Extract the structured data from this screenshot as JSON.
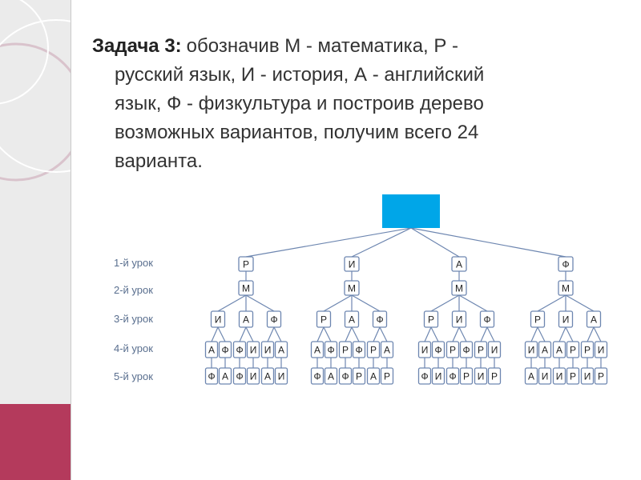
{
  "problem": {
    "heading": "Задача 3:",
    "lines": [
      "обозначив М - математика, Р -",
      "русский язык, И - история, А - английский",
      "язык, Ф - физкультура и построив дерево",
      "возможных вариантов, получим всего 24",
      "варианта."
    ]
  },
  "tree": {
    "level_labels": [
      "1-й урок",
      "2-й урок",
      "3-й урок",
      "4-й урок",
      "5-й урок"
    ],
    "colors": {
      "root": "#00a6e8",
      "node_border": "#6d86b0",
      "side_accent": "#b43a5c"
    },
    "branches": [
      {
        "first": "Р",
        "second": "М",
        "thirds": [
          {
            "l": "И",
            "fourth": [
              "А",
              "Ф"
            ],
            "fifth": [
              "Ф",
              "А"
            ]
          },
          {
            "l": "А",
            "fourth": [
              "Ф",
              "И"
            ],
            "fifth": [
              "Ф",
              "И"
            ]
          },
          {
            "l": "Ф",
            "fourth": [
              "И",
              "А"
            ],
            "fifth": [
              "А",
              "И"
            ]
          }
        ]
      },
      {
        "first": "И",
        "second": "М",
        "thirds": [
          {
            "l": "Р",
            "fourth": [
              "А",
              "Ф"
            ],
            "fifth": [
              "Ф",
              "А"
            ]
          },
          {
            "l": "А",
            "fourth": [
              "Р",
              "Ф"
            ],
            "fifth": [
              "Ф",
              "Р"
            ]
          },
          {
            "l": "Ф",
            "fourth": [
              "Р",
              "А"
            ],
            "fifth": [
              "А",
              "Р"
            ]
          }
        ]
      },
      {
        "first": "А",
        "second": "М",
        "thirds": [
          {
            "l": "Р",
            "fourth": [
              "И",
              "Ф"
            ],
            "fifth": [
              "Ф",
              "И"
            ]
          },
          {
            "l": "И",
            "fourth": [
              "Р",
              "Ф"
            ],
            "fifth": [
              "Ф",
              "Р"
            ]
          },
          {
            "l": "Ф",
            "fourth": [
              "Р",
              "И"
            ],
            "fifth": [
              "И",
              "Р"
            ]
          }
        ]
      },
      {
        "first": "Ф",
        "second": "М",
        "thirds": [
          {
            "l": "Р",
            "fourth": [
              "И",
              "А"
            ],
            "fifth": [
              "А",
              "И"
            ]
          },
          {
            "l": "И",
            "fourth": [
              "А",
              "Р"
            ],
            "fifth": [
              "И",
              "Р"
            ]
          },
          {
            "l": "А",
            "fourth": [
              "Р",
              "И"
            ],
            "fifth": [
              "И",
              "Р"
            ]
          }
        ]
      }
    ]
  }
}
